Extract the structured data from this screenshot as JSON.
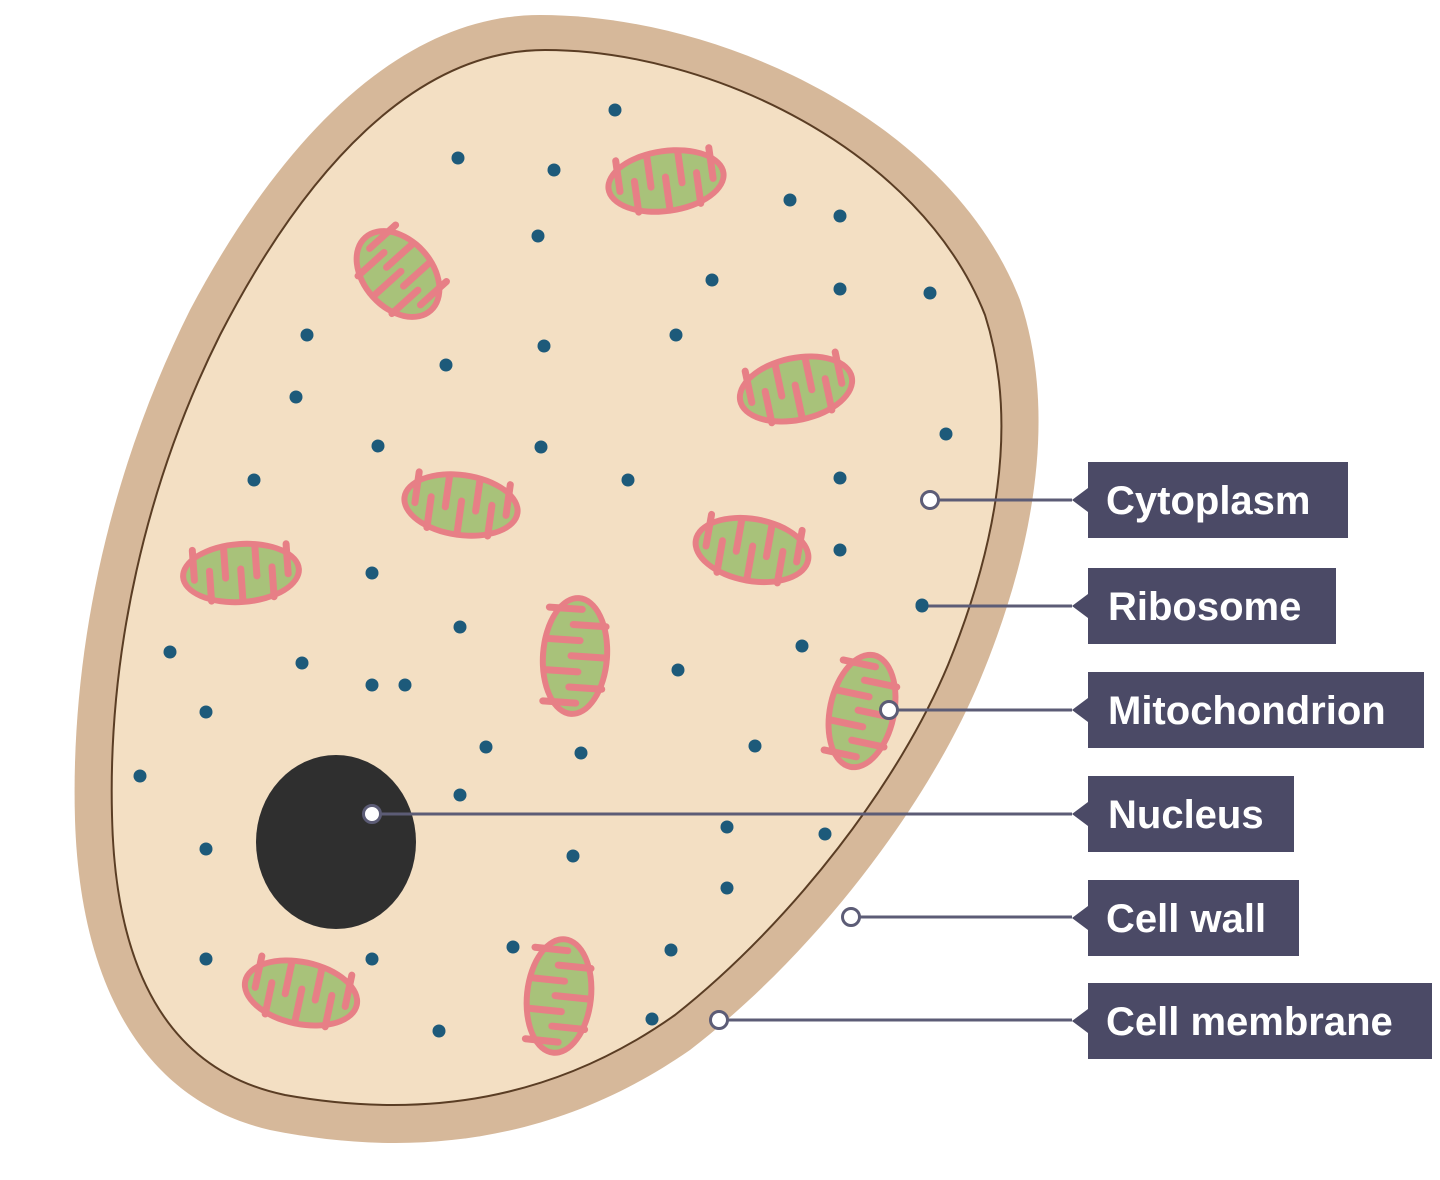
{
  "labels": {
    "cytoplasm": "Cytoplasm",
    "ribosome": "Ribosome",
    "mitochondrion": "Mitochondrion",
    "nucleus": "Nucleus",
    "cell_wall": "Cell wall",
    "cell_membrane": "Cell membrane"
  },
  "colors": {
    "cell_wall": "#d6b89a",
    "cytoplasm": "#f3dfc3",
    "membrane_line": "#5a3d24",
    "ribosome": "#1d5a7a",
    "mito_outer": "#e77f86",
    "mito_inner": "#a8c27a",
    "nucleus": "#2f2f2f",
    "label_bg": "#4b4a66",
    "leader_line": "#5c5c76"
  }
}
